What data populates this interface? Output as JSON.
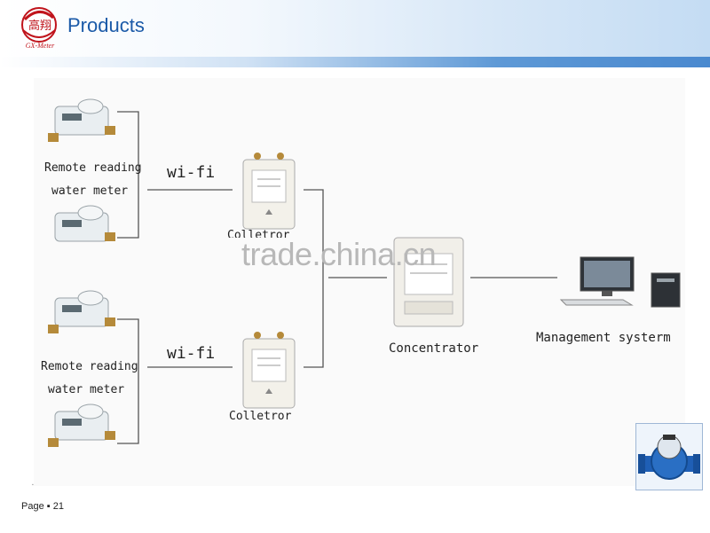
{
  "header": {
    "title": "Products",
    "logo_cn": "高翔",
    "logo_en": "GX-Meter"
  },
  "diagram": {
    "group_top": {
      "meter_label_1": "Remote reading",
      "meter_label_2": "water meter",
      "link_label": "wi-fi",
      "collector_label": "Colletror"
    },
    "group_bottom": {
      "meter_label_1": "Remote reading",
      "meter_label_2": "water meter",
      "link_label": "wi-fi",
      "collector_label": "Colletror"
    },
    "concentrator_label": "Concentrator",
    "management_label": "Management systerm"
  },
  "watermark": "trade.china.cn",
  "footer": {
    "page": "Page ▪ 21"
  },
  "colors": {
    "title": "#1b5aa8",
    "header_bar": "#4a89cf",
    "logo_red": "#c0141c"
  }
}
